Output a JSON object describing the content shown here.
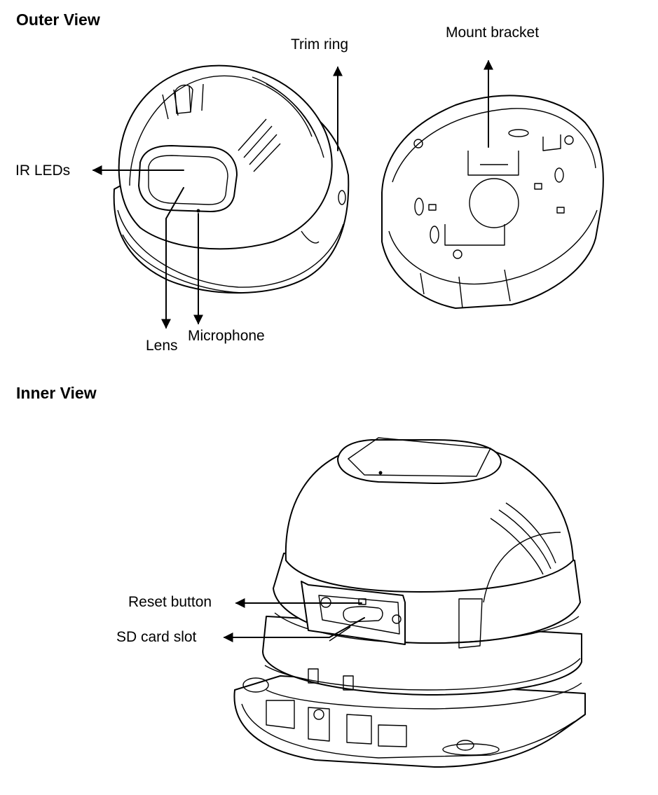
{
  "sections": {
    "outer_title": "Outer View",
    "inner_title": "Inner View"
  },
  "labels": {
    "trim_ring": "Trim ring",
    "mount_bracket": "Mount bracket",
    "ir_leds": "IR LEDs",
    "lens": "Lens",
    "microphone": "Microphone",
    "reset_button": "Reset button",
    "sd_card_slot": "SD card slot"
  }
}
